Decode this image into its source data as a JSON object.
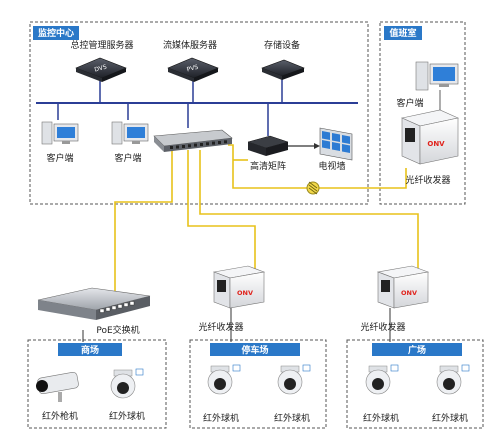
{
  "regions": {
    "monitor_center": "监控中心",
    "duty_room": "值班室",
    "mall": "商场",
    "parking": "停车场",
    "plaza": "广场"
  },
  "devices": {
    "control_server": "总控管理服务器",
    "streaming_server": "流媒体服务器",
    "storage": "存储设备",
    "client": "客户端",
    "hd_matrix": "高清矩阵",
    "tv_wall": "电视墙",
    "fiber_transceiver": "光纤收发器",
    "poe_switch": "PoE交换机",
    "ir_bullet": "红外枪机",
    "ir_dome": "红外球机"
  },
  "icon_text": {
    "dvs": "DVS",
    "pvs": "PVS",
    "brand": "ONV"
  },
  "colors": {
    "bus": "#2b3e96",
    "fiber": "#e8c21a",
    "dash": "#555555",
    "header": "#2a78c8"
  }
}
